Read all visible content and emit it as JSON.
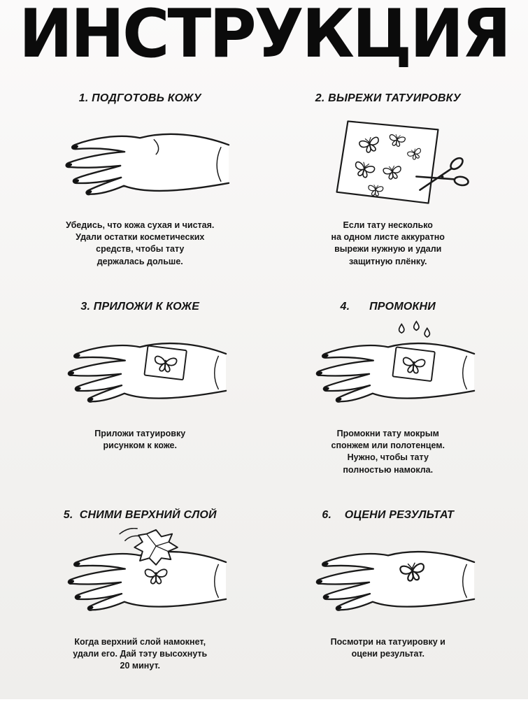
{
  "page": {
    "title": "ИНСТРУКЦИЯ"
  },
  "colors": {
    "ink": "#1a1a1a",
    "paper": "#f3f2f0"
  },
  "steps": [
    {
      "title": "1. ПОДГОТОВЬ КОЖУ",
      "illustration": "hand-clean-skin",
      "caption": "Убедись, что кожа сухая и чистая.\nУдали остатки косметических\nсредств, чтобы тату\nдержалась дольше."
    },
    {
      "title": "2. ВЫРЕЖИ ТАТУИРОВКУ",
      "illustration": "sheet-with-butterflies-and-scissors",
      "caption": "Если тату несколько\nна одном листе аккуратно\nвырежи нужную и удали\nзащитную плёнку."
    },
    {
      "title": "3. ПРИЛОЖИ К КОЖЕ",
      "illustration": "hand-with-tattoo-paper",
      "caption": "Приложи татуировку\nрисунком к коже."
    },
    {
      "title": "4.      ПРОМОКНИ",
      "illustration": "hand-with-water-drops",
      "caption": "Промокни тату мокрым\nспонжем или полотенцем.\nНужно, чтобы тату\nполностью намокла."
    },
    {
      "title": "5.  СНИМИ ВЕРХНИЙ СЛОЙ",
      "illustration": "hand-peeling-top-layer",
      "caption": "Когда верхний слой намокнет,\nудали его. Дай тэту высохнуть\n20 минут."
    },
    {
      "title": "6.    ОЦЕНИ РЕЗУЛЬТАТ",
      "illustration": "hand-with-finished-tattoo",
      "caption": "Посмотри на татуировку и\nоцени результат."
    }
  ]
}
